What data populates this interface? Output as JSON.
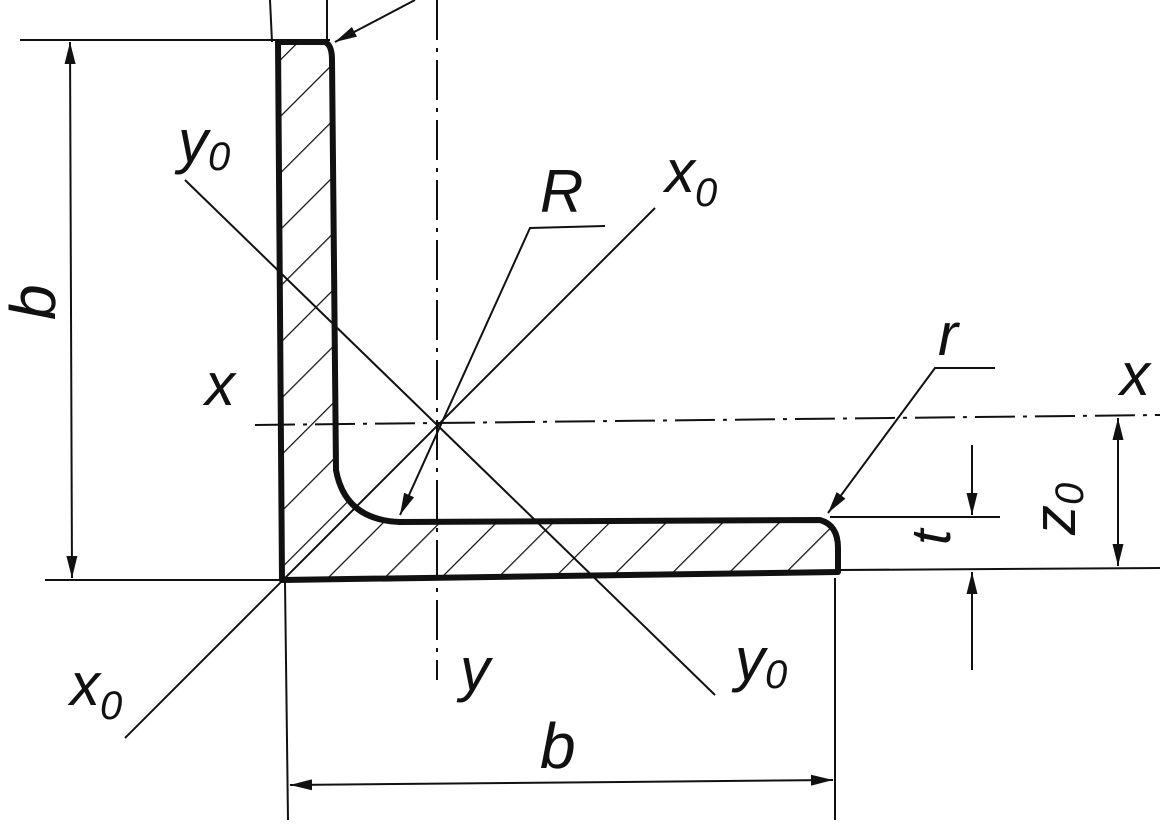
{
  "colors": {
    "ink": "#111111",
    "paper": "#ffffff"
  },
  "labels": {
    "b_side": "b",
    "b_bottom": "b",
    "x_left": "x",
    "x_right": "x",
    "y_bottom": "y",
    "y0_top": "y",
    "y0_top_sub": "0",
    "y0_bottom": "y",
    "y0_bottom_sub": "0",
    "x0_top": "x",
    "x0_top_sub": "0",
    "x0_bottom": "x",
    "x0_bottom_sub": "0",
    "R": "R",
    "r": "r",
    "t": "t",
    "z0": "z",
    "z0_sub": "0"
  }
}
